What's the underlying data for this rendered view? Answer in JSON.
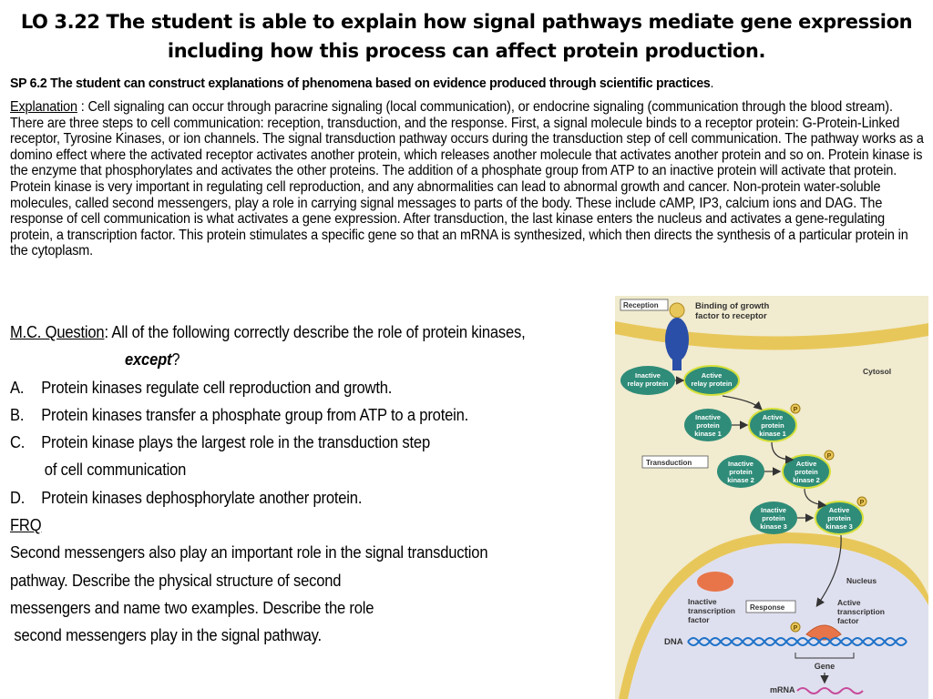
{
  "title": {
    "line1": "LO 3.22 The student is able to explain how signal pathways mediate gene expression",
    "line2": "including how this process can affect protein production."
  },
  "sp": {
    "text": "SP 6.2 The student can construct explanations of phenomena based on evidence produced through scientific practices",
    "suffix": "."
  },
  "explanation": {
    "label": "Explanation",
    "body": " :  Cell signaling  can occur through paracrine signaling (local communication), or endocrine signaling (communication through the blood stream).  There are three steps to cell communication: reception, transduction, and the response. First, a signal molecule binds to a receptor protein: G-Protein-Linked receptor, Tyrosine Kinases, or ion channels. The signal transduction pathway occurs during the transduction step of cell communication.  The pathway works as a domino effect where the activated receptor activates another protein, which releases another molecule that activates another protein and so on.  Protein kinase is the enzyme that phosphorylates and activates the other proteins. The addition of a phosphate group from ATP to an inactive protein will activate that protein. Protein kinase is very important in regulating cell reproduction, and any abnormalities can lead to abnormal growth and cancer. Non-protein water-soluble molecules, called second messengers, play a role in carrying signal messages to parts of the body. These include cAMP, IP3, calcium ions and DAG. The response of cell communication is what activates a gene expression. After transduction, the last kinase enters the nucleus and activates a gene-regulating protein, a transcription factor. This protein stimulates a specific gene so that an mRNA is synthesized, which then directs the synthesis of a particular protein in the cytoplasm."
  },
  "mc": {
    "label": "M.C. Question",
    "question": ": All of the following correctly describe the role of protein kinases,",
    "except": "except",
    "qmark": "?",
    "options": [
      {
        "letter": "A.",
        "text": "Protein kinases regulate cell reproduction and growth."
      },
      {
        "letter": "B.",
        "text": "Protein kinases transfer a phosphate group from ATP to a protein."
      },
      {
        "letter": "C.",
        "text": "Protein kinase plays the largest role in the transduction step"
      },
      {
        "letter": "D.",
        "text": "Protein kinases dephosphorylate another protein."
      }
    ],
    "option_c_cont": "of cell communication"
  },
  "frq": {
    "label": "FRQ",
    "lines": [
      "Second messengers also play an important role in the signal transduction",
      "pathway. Describe the physical structure of second",
      "messengers and name two examples. Describe the role",
      " second messengers play in the signal pathway."
    ]
  },
  "diagram": {
    "reception": "Reception",
    "binding_1": "Binding of growth",
    "binding_2": "factor to receptor",
    "cytosol": "Cytosol",
    "inactive_relay_1": "Inactive",
    "inactive_relay_2": "relay protein",
    "active_relay_1": "Active",
    "active_relay_2": "relay protein",
    "ipk1": [
      "Inactive",
      "protein",
      "kinase 1"
    ],
    "apk1": [
      "Active",
      "protein",
      "kinase 1"
    ],
    "ipk2": [
      "Inactive",
      "protein",
      "kinase 2"
    ],
    "apk2": [
      "Active",
      "protein",
      "kinase 2"
    ],
    "ipk3": [
      "Inactive",
      "protein",
      "kinase 3"
    ],
    "apk3": [
      "Active",
      "protein",
      "kinase 3"
    ],
    "phosphate": "P",
    "transduction": "Transduction",
    "nucleus": "Nucleus",
    "response": "Response",
    "itf": [
      "Inactive",
      "transcription",
      "factor"
    ],
    "atf": [
      "Active",
      "transcription",
      "factor"
    ],
    "dna": "DNA",
    "gene": "Gene",
    "mrna": "mRNA",
    "colors": {
      "background": "#f1ebcf",
      "membrane": "#e8c75a",
      "nucleus": "#dfe0ef",
      "kinase": "#2f8c78",
      "receptor": "#2a4fa8",
      "dna": "#1f72c8",
      "mrna": "#c64a9a",
      "transcription_factor": "#e8754a"
    }
  }
}
